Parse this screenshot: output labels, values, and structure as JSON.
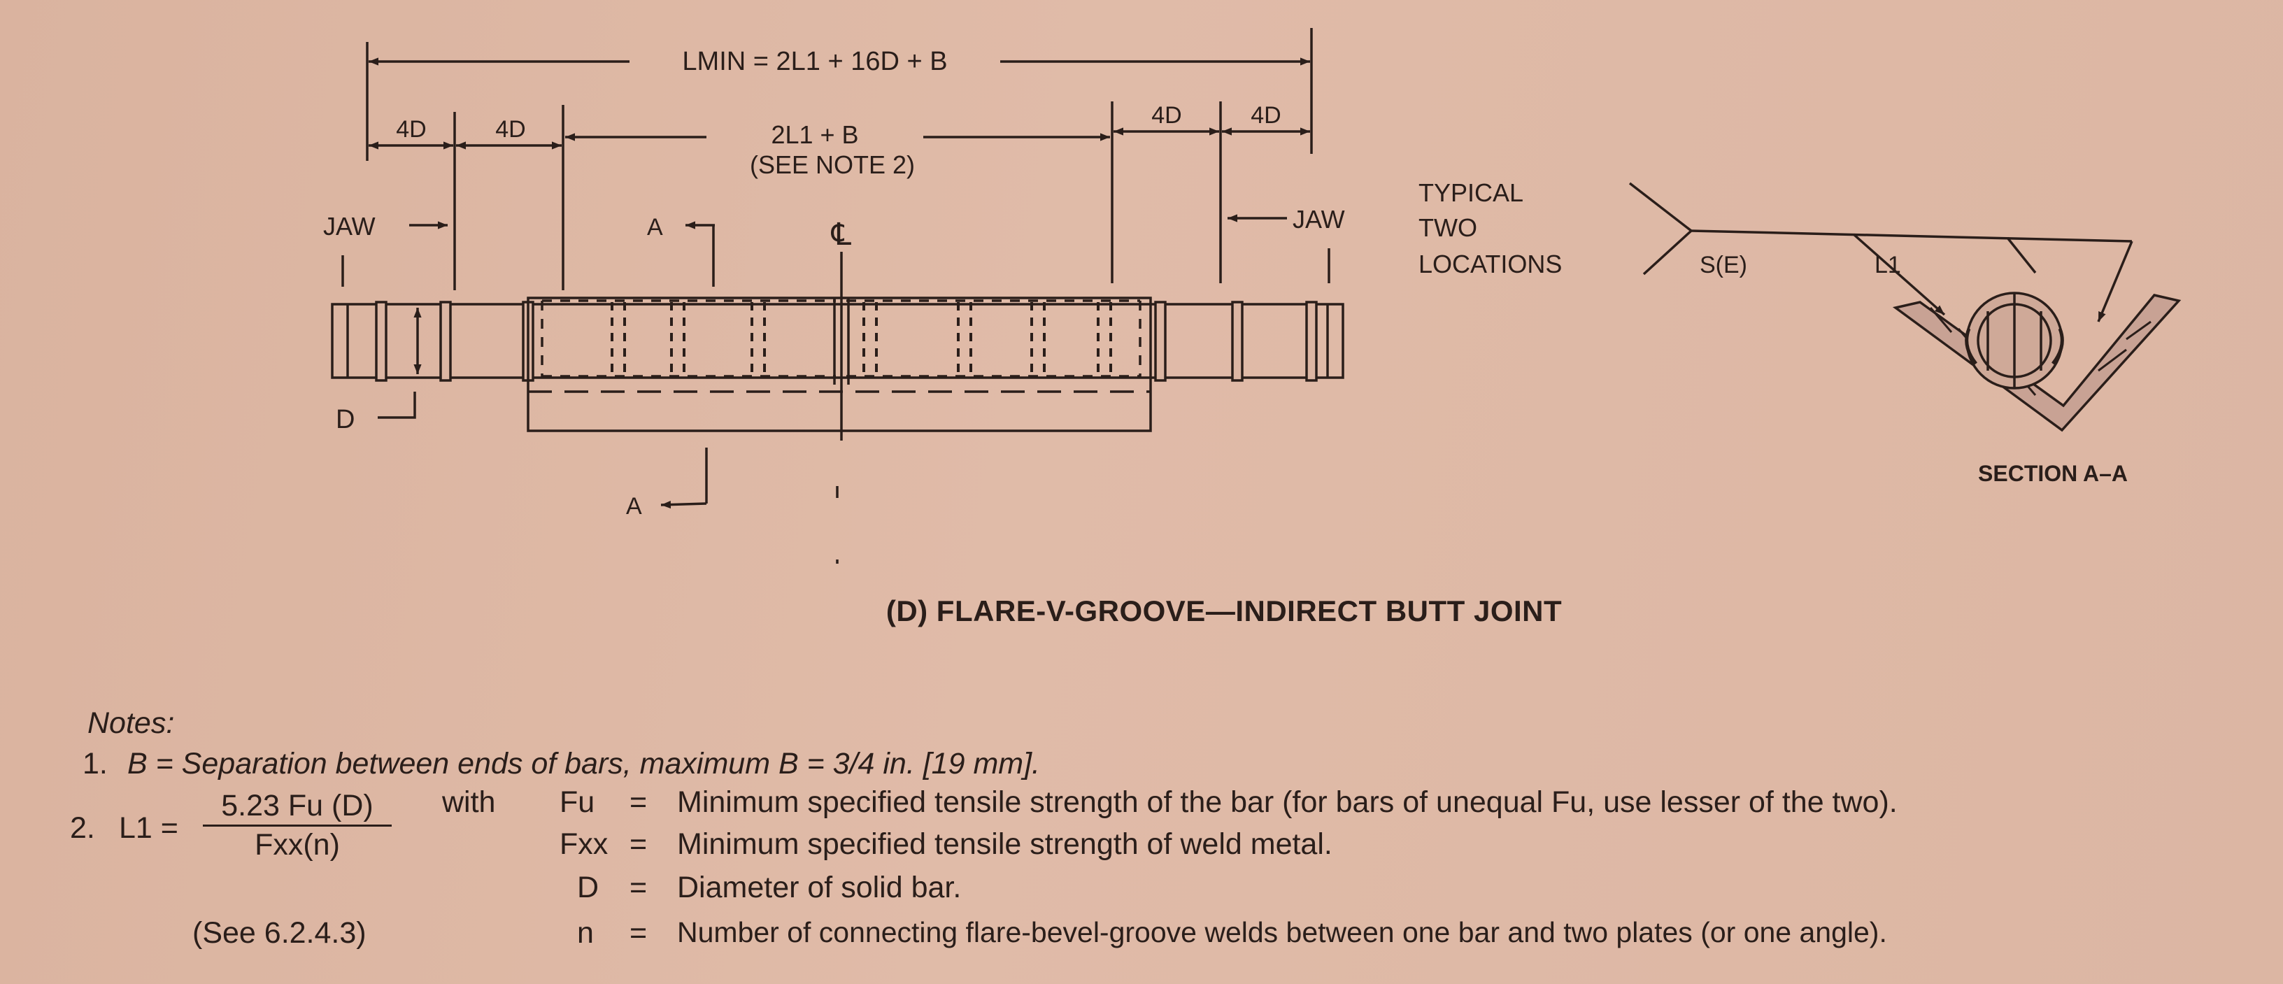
{
  "diagram": {
    "top_dimension": "LMIN = 2L1 + 16D + B",
    "dim_4d": "4D",
    "center_dimension": "2L1 + B",
    "see_note": "(SEE NOTE 2)",
    "jaw_label": "JAW",
    "section_marker": "A",
    "centerline_symbol": "℄",
    "diameter_label": "D",
    "typical_label": [
      "TYPICAL",
      "TWO",
      "LOCATIONS"
    ],
    "weld_symbol_size": "S(E)",
    "weld_symbol_length": "L1",
    "section_label": "SECTION A–A"
  },
  "caption": "(D) FLARE-V-GROOVE—INDIRECT BUTT JOINT",
  "notes": {
    "heading": "Notes:",
    "note1_num": "1.",
    "note1_text": "B = Separation between ends of bars, maximum B = 3/4 in. [19 mm].",
    "note2_num": "2.",
    "note2_lhs": "L1 =",
    "note2_numerator": "5.23 Fu (D)",
    "note2_denominator": "Fxx(n)",
    "note2_with": "with",
    "ref": "(See 6.2.4.3)",
    "definitions": [
      {
        "symbol": "Fu",
        "eq": "=",
        "text": "Minimum specified tensile strength of the bar (for bars of unequal Fu, use lesser of the two)."
      },
      {
        "symbol": "Fxx",
        "eq": "=",
        "text": "Minimum specified tensile strength of weld metal."
      },
      {
        "symbol": "D",
        "eq": "=",
        "text": "Diameter of solid bar."
      },
      {
        "symbol": "n",
        "eq": "=",
        "text": "Number of connecting flare-bevel-groove welds between one bar and two plates (or one angle)."
      }
    ]
  }
}
